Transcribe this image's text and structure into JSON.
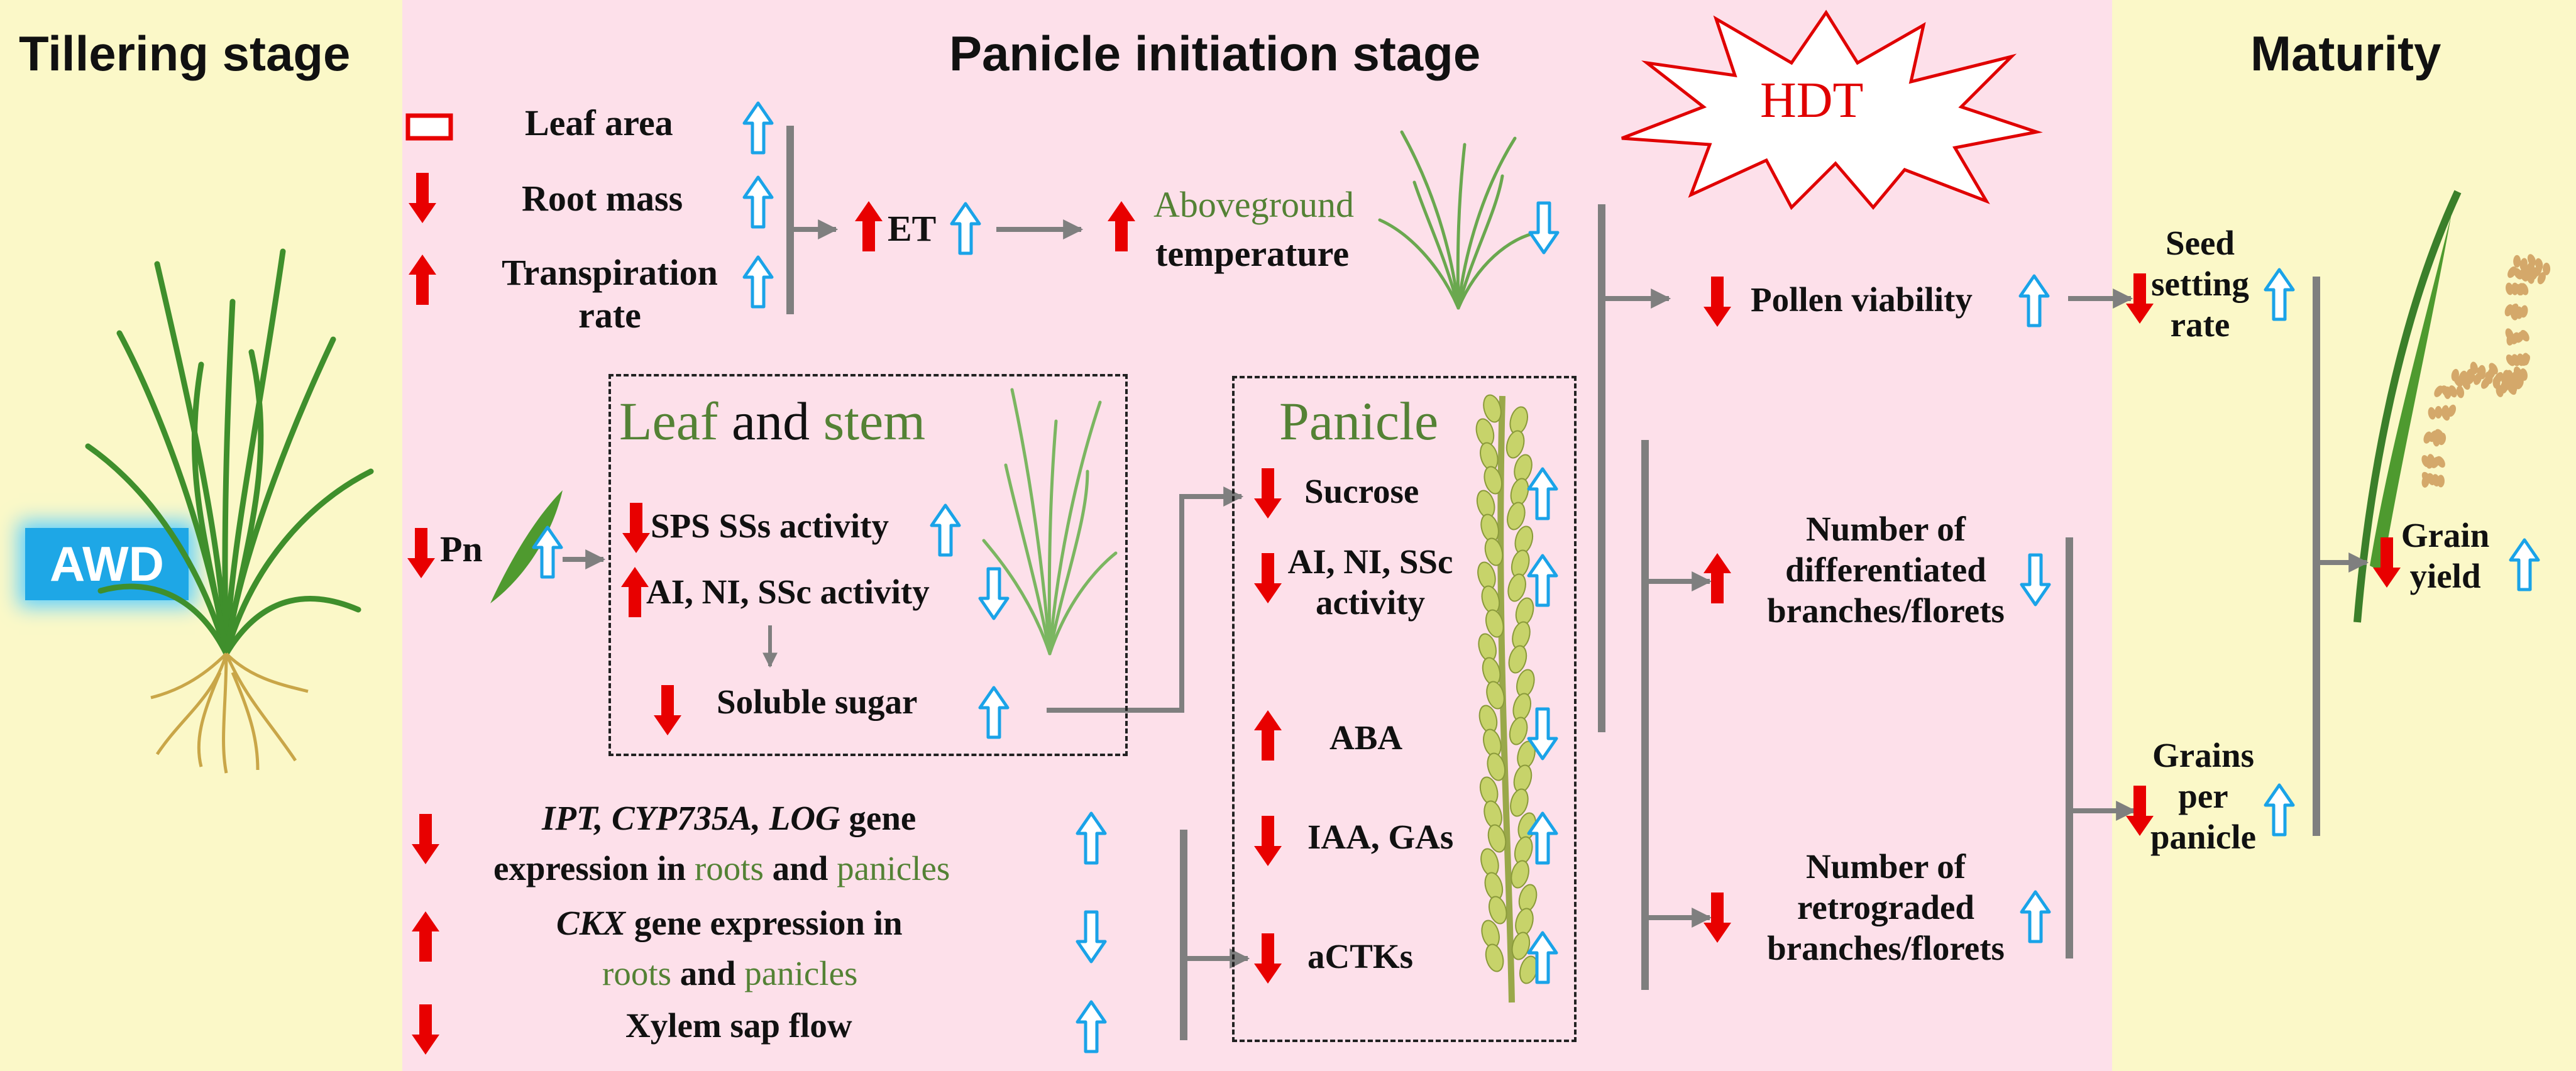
{
  "colors": {
    "yellow_panel": "#fbf8c8",
    "pink_panel": "#fde0ea",
    "up_arrow_red": "#e80000",
    "blue_arrow": "#1aa3e8",
    "green_text": "#548235",
    "connector_gray": "#7f7f7f"
  },
  "headers": {
    "tillering": "Tillering stage",
    "panicle_initiation": "Panicle initiation stage",
    "maturity": "Maturity"
  },
  "badges": {
    "awd": "AWD",
    "hdt": "HDT"
  },
  "top_block": {
    "leaf_area": "Leaf area",
    "root_mass": "Root mass",
    "transpiration_rate": "Transpiration rate",
    "et": "ET",
    "aboveground": "Aboveground",
    "temperature": "temperature"
  },
  "middle": {
    "pn": "Pn",
    "box_title_leaf": "Leaf",
    "box_title_and": "and",
    "box_title_stem": "stem",
    "sps": "SPS SSs activity",
    "ai_ni": "AI, NI, SSc activity",
    "soluble_sugar": "Soluble sugar"
  },
  "panicle_box": {
    "title": "Panicle",
    "sucrose": "Sucrose",
    "ai_ni_ssc": "AI, NI, SSc activity",
    "aba": "ABA",
    "iaa": "IAA, GAs",
    "actks": "aCTKs"
  },
  "bottom": {
    "genes1": "IPT, CYP735A, LOG",
    "gene_word": "gene",
    "expr_in": "expression in",
    "roots": "roots",
    "and": "and",
    "panicles": "panicles",
    "ckx": "CKX",
    "ckx_rest": "gene expression in",
    "xylem": "Xylem sap flow"
  },
  "right": {
    "pollen": "Pollen viability",
    "diff_florets": "Number of differentiated branches/florets",
    "retro_florets": "Number of retrograded branches/florets",
    "seed_setting": "Seed setting rate",
    "grains_per_panicle": "Grains per panicle",
    "grain_yield": "Grain yield"
  },
  "icons": {
    "red_down": "red-down-arrow-icon",
    "red_up": "red-up-arrow-icon",
    "blue_up": "blue-hollow-up-arrow-icon",
    "blue_down": "blue-hollow-down-arrow-icon",
    "minus": "red-rectangle-unchanged-icon",
    "rice_plant": "rice-plant-icon",
    "panicle": "rice-panicle-icon",
    "leaf": "leaf-icon",
    "starburst": "starburst-icon"
  }
}
